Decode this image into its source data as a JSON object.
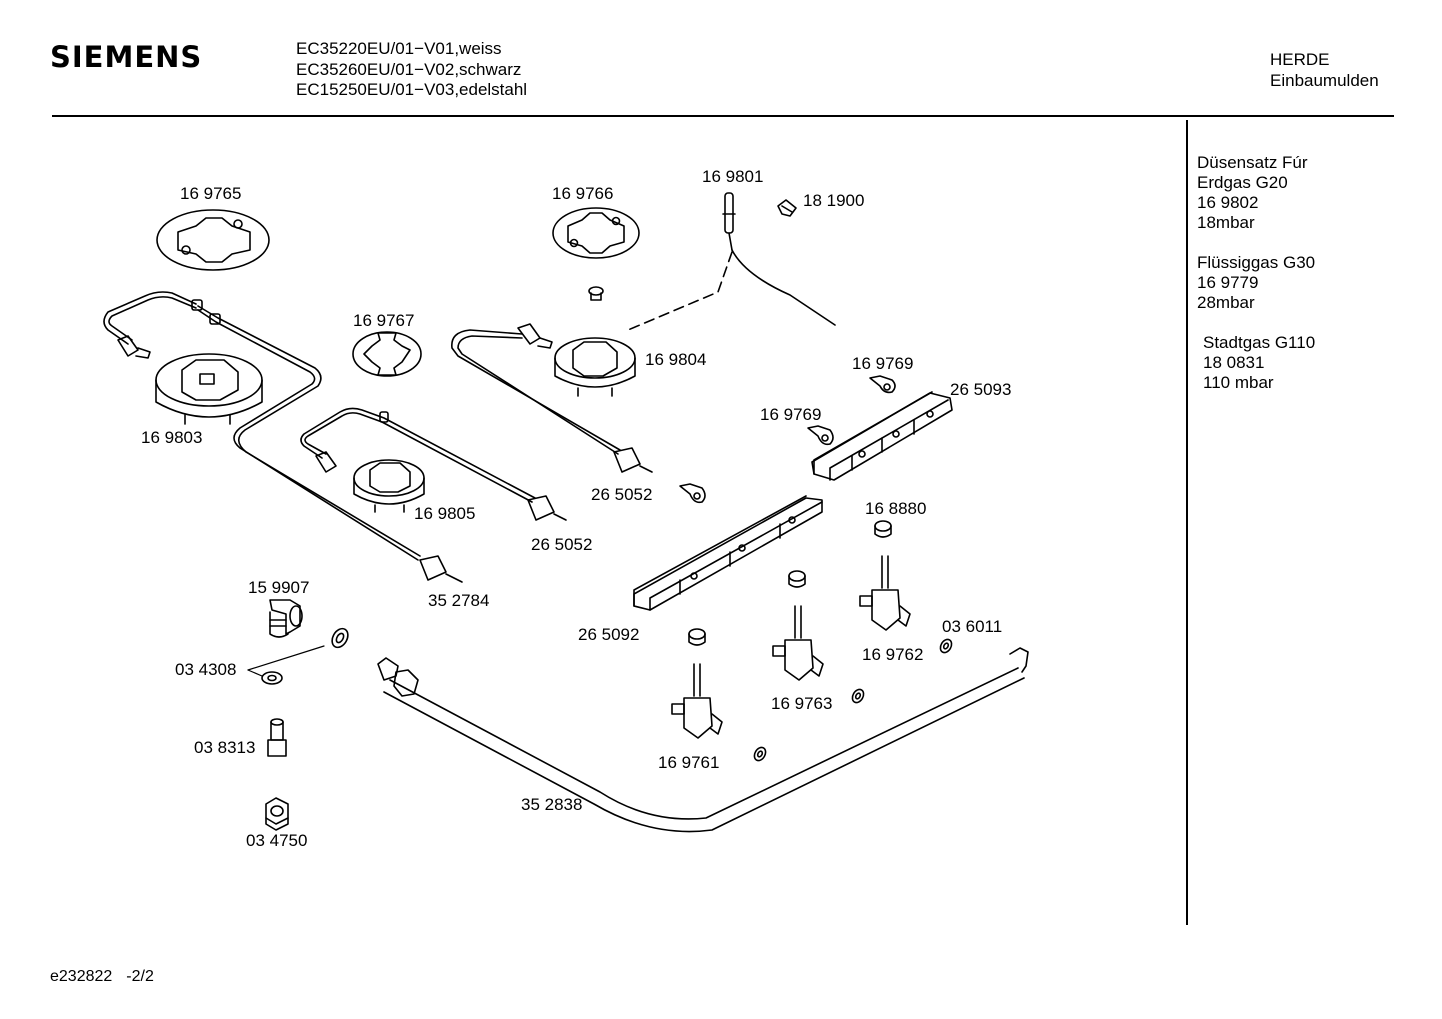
{
  "header": {
    "brand": "SIEMENS",
    "models": [
      "EC35220EU/01−V01,weiss",
      "EC35260EU/01−V02,schwarz",
      "EC15250EU/01−V03,edelstahl"
    ],
    "category": [
      "HERDE",
      "Einbaumulden"
    ]
  },
  "sidebar": {
    "groups": [
      {
        "lines": [
          "Düsensatz Fúr",
          "Erdgas G20",
          "16 9802",
          "18mbar"
        ]
      },
      {
        "lines": [
          "Flüssiggas G30",
          "16 9779",
          "28mbar"
        ]
      },
      {
        "lines": [
          "Stadtgas G110",
          "18 0831",
          "110 mbar"
        ]
      }
    ]
  },
  "diagram": {
    "parts": [
      {
        "id": "p169765",
        "label": "16 9765",
        "kind": "gasket"
      },
      {
        "id": "p169766",
        "label": "16 9766",
        "kind": "gasket"
      },
      {
        "id": "p169801",
        "label": "16 9801",
        "kind": "thermocouple"
      },
      {
        "id": "p181900",
        "label": "18 1900",
        "kind": "clip"
      },
      {
        "id": "p169767",
        "label": "16 9767",
        "kind": "gasket"
      },
      {
        "id": "p169804",
        "label": "16 9804",
        "kind": "burner"
      },
      {
        "id": "p169803",
        "label": "16 9803",
        "kind": "burner"
      },
      {
        "id": "p169805",
        "label": "16 9805",
        "kind": "burner"
      },
      {
        "id": "p169769a",
        "label": "16 9769",
        "kind": "tab"
      },
      {
        "id": "p169769b",
        "label": "16 9769",
        "kind": "tab"
      },
      {
        "id": "p265093",
        "label": "26 5093",
        "kind": "rail"
      },
      {
        "id": "p265052a",
        "label": "26 5052",
        "kind": "pipe"
      },
      {
        "id": "p265052b",
        "label": "26 5052",
        "kind": "pipe"
      },
      {
        "id": "p168880",
        "label": "16 8880",
        "kind": "ring"
      },
      {
        "id": "p352784",
        "label": "35 2784",
        "kind": "pipe"
      },
      {
        "id": "p159907",
        "label": "15 9907",
        "kind": "elbow"
      },
      {
        "id": "p265092",
        "label": "26 5092",
        "kind": "rail"
      },
      {
        "id": "p036011",
        "label": "03 6011",
        "kind": "washer"
      },
      {
        "id": "p169762",
        "label": "16 9762",
        "kind": "valve"
      },
      {
        "id": "p034308",
        "label": "03 4308",
        "kind": "washer"
      },
      {
        "id": "p169763",
        "label": "16 9763",
        "kind": "valve"
      },
      {
        "id": "p038313",
        "label": "03 8313",
        "kind": "nozzle"
      },
      {
        "id": "p169761",
        "label": "16 9761",
        "kind": "valve"
      },
      {
        "id": "p352838",
        "label": "35 2838",
        "kind": "manifold"
      },
      {
        "id": "p034750",
        "label": "03 4750",
        "kind": "nut"
      }
    ]
  },
  "footer": {
    "code": "e232822",
    "page": "-2/2"
  }
}
